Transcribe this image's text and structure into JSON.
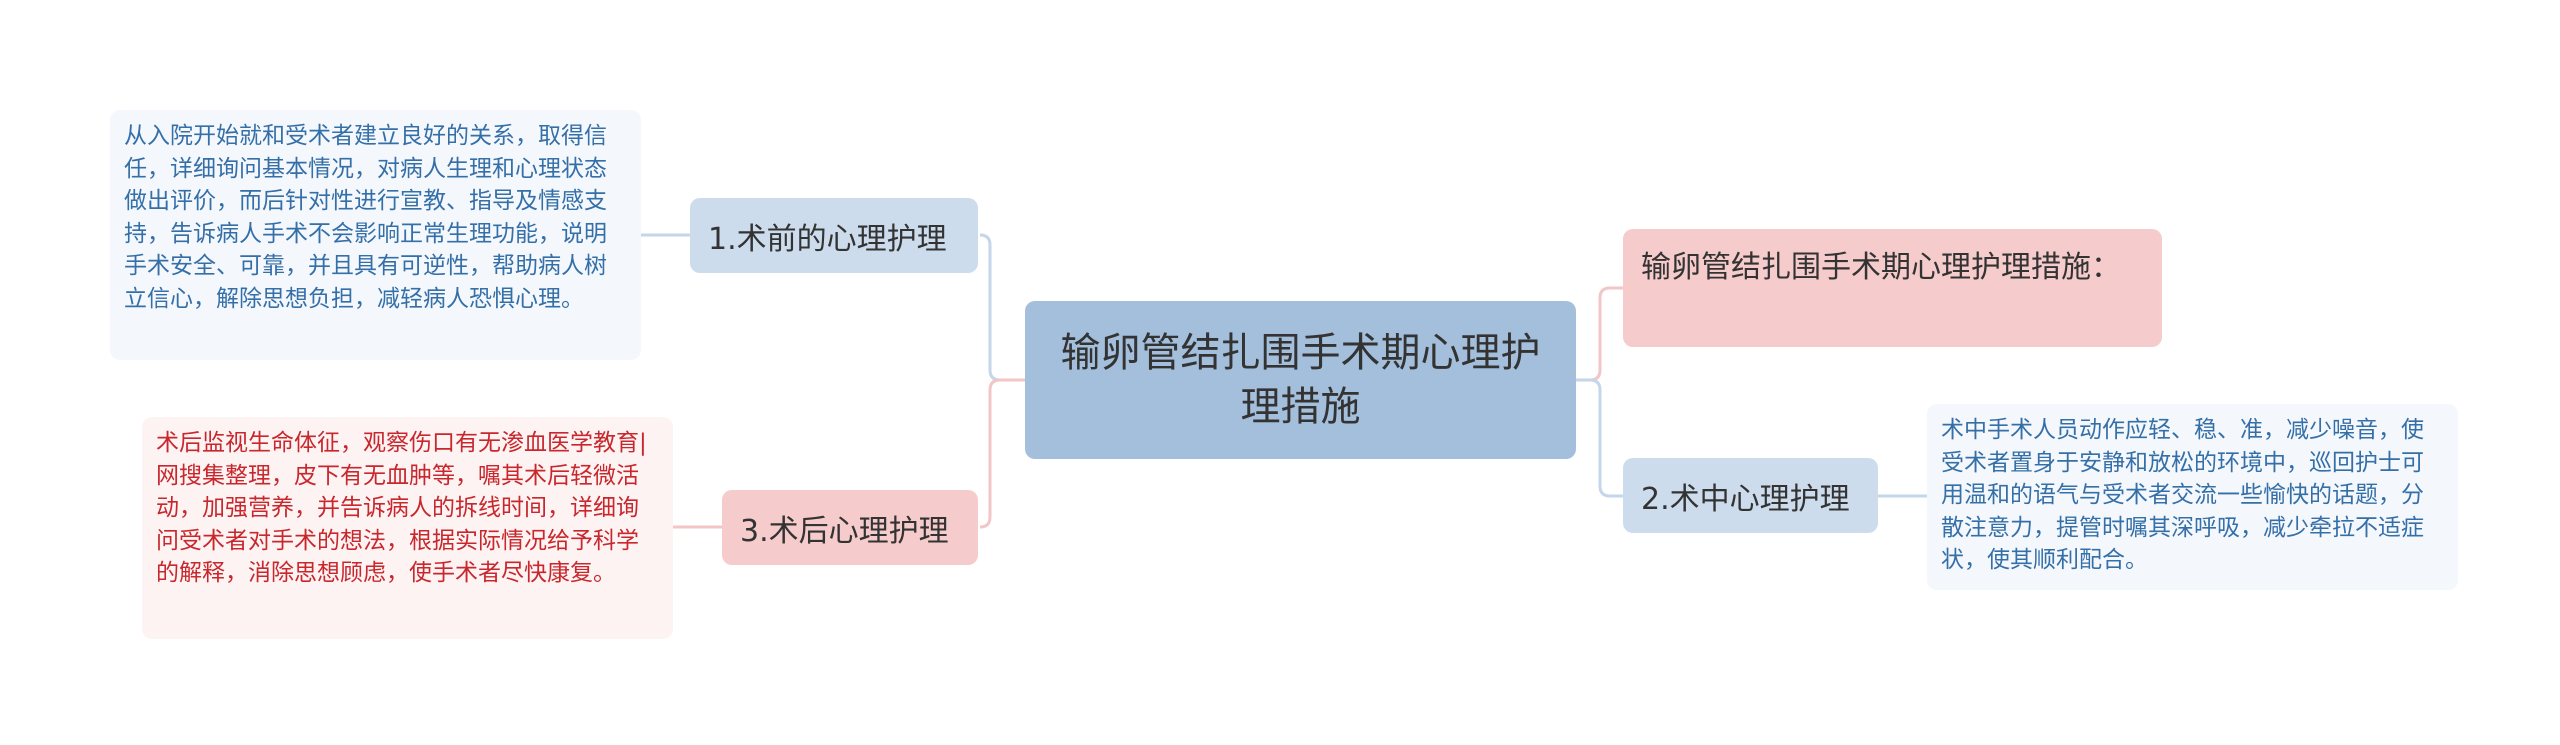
{
  "mindmap": {
    "center": "输卵管结扎围手术期心理护理措施",
    "branches": {
      "pre": {
        "label": "1.术前的心理护理",
        "detail": "从入院开始就和受术者建立良好的关系，取得信任，详细询问基本情况，对病人生理和心理状态做出评价，而后针对性进行宣教、指导及情感支持，告诉病人手术不会影响正常生理功能，说明手术安全、可靠，并且具有可逆性，帮助病人树立信心，解除思想负担，减轻病人恐惧心理。"
      },
      "post": {
        "label": "3.术后心理护理",
        "detail": "术后监视生命体征，观察伤口有无渗血医学教育|网搜集整理，皮下有无血肿等，嘱其术后轻微活动，加强营养，并告诉病人的拆线时间，详细询问受术者对手术的想法，根据实际情况给予科学的解释，消除思想顾虑，使手术者尽快康复。"
      },
      "heading": {
        "label": "输卵管结扎围手术期心理护理措施："
      },
      "intra": {
        "label": "2.术中心理护理",
        "detail": "术中手术人员动作应轻、稳、准，减少噪音，使受术者置身于安静和放松的环境中，巡回护士可用温和的语气与受术者交流一些愉快的话题，分散注意力，提管时嘱其深呼吸，减少牵拉不适症状，使其顺利配合。"
      }
    }
  },
  "colors": {
    "center": "#a3bfdc",
    "branch_blue": "#ccdcec",
    "branch_red": "#f5cbcb",
    "leaf_blue_text": "#356fa8",
    "leaf_red_text": "#c8282d",
    "link_blue": "#c3d6ea",
    "link_red": "#f2c6c6"
  }
}
